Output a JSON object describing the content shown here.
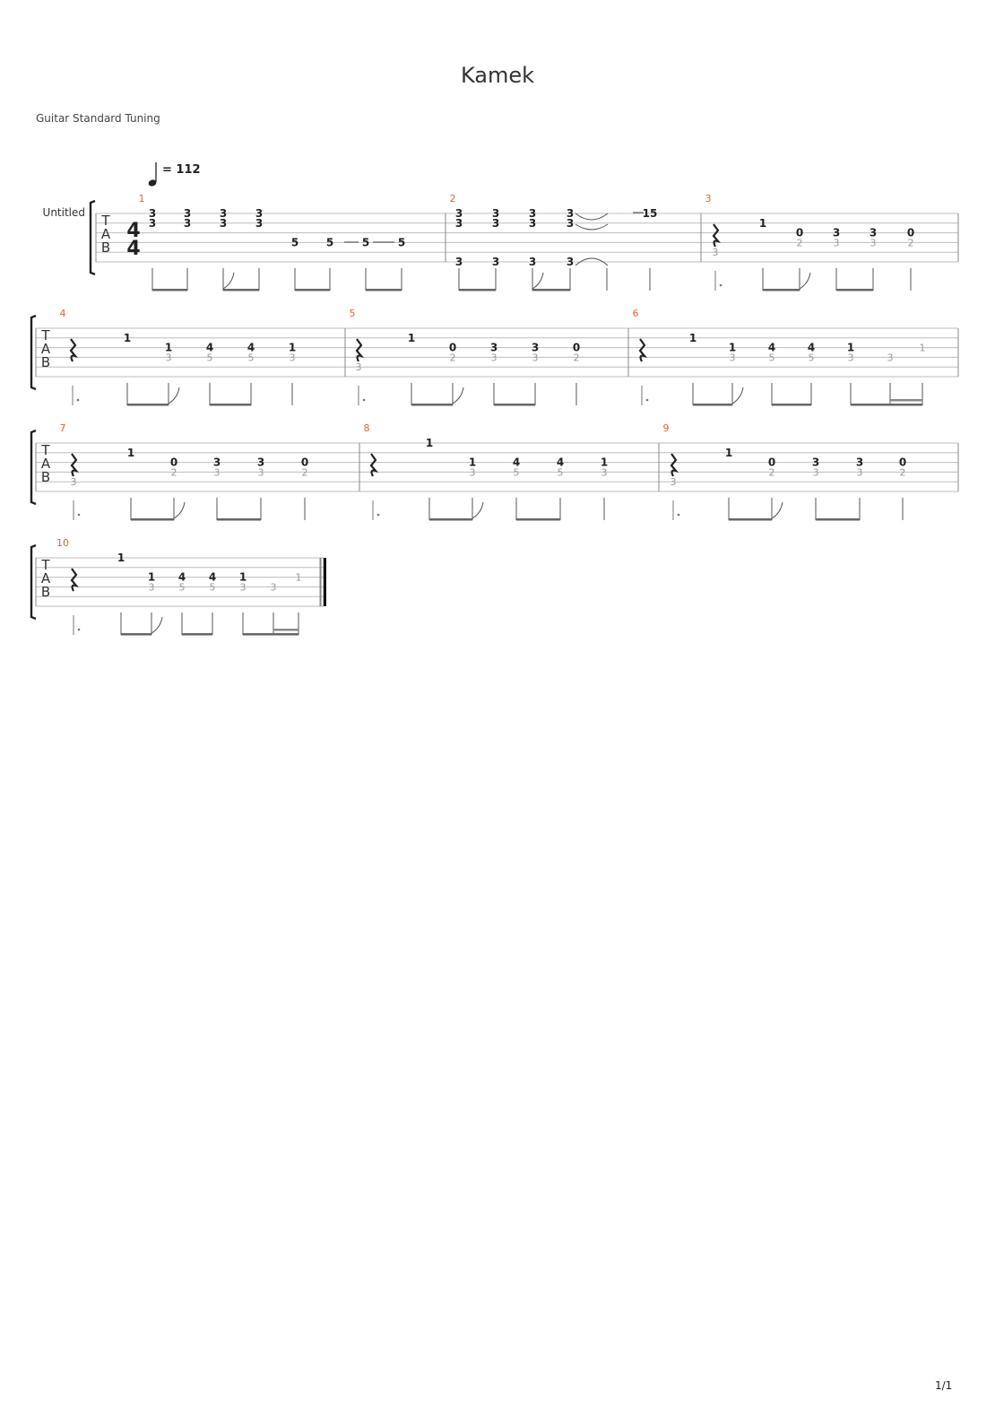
{
  "title": "Kamek",
  "tuning": "Guitar Standard Tuning",
  "track_name": "Untitled",
  "tempo": {
    "value": "= 112",
    "note": "quarter-note-icon"
  },
  "time_signature": {
    "top": "4",
    "bottom": "4"
  },
  "tab_clef": [
    "T",
    "A",
    "B"
  ],
  "page_number": "1/1",
  "measures": [
    {
      "number": "1",
      "notes": [
        {
          "frets": [
            [
              "3",
              "d"
            ],
            [
              "3",
              "d"
            ]
          ]
        },
        {
          "frets": [
            [
              "3",
              "d"
            ],
            [
              "3",
              "d"
            ]
          ]
        },
        {
          "frets": [
            [
              "3",
              "d"
            ],
            [
              "3",
              "d"
            ]
          ]
        },
        {
          "frets": [
            [
              "3",
              "d"
            ],
            [
              "3",
              "d"
            ]
          ]
        },
        {
          "frets": [
            [
              "5",
              "d"
            ]
          ]
        },
        {
          "frets": [
            [
              "5",
              "d"
            ]
          ]
        },
        {
          "frets": [
            [
              "5",
              "d"
            ]
          ]
        },
        {
          "frets": [
            [
              "5",
              "d"
            ]
          ]
        }
      ]
    },
    {
      "number": "2",
      "notes": [
        {
          "frets": [
            [
              "3",
              "d"
            ],
            [
              "3",
              "d"
            ],
            [
              "3",
              "d"
            ]
          ]
        },
        {
          "frets": [
            [
              "3",
              "d"
            ],
            [
              "3",
              "d"
            ],
            [
              "3",
              "d"
            ]
          ]
        },
        {
          "frets": [
            [
              "3",
              "d"
            ],
            [
              "3",
              "d"
            ],
            [
              "3",
              "d"
            ]
          ]
        },
        {
          "frets": [
            [
              "3",
              "d"
            ],
            [
              "3",
              "d"
            ],
            [
              "3",
              "d"
            ]
          ]
        },
        {
          "frets": []
        },
        {
          "frets": [
            [
              "15",
              "d"
            ]
          ]
        }
      ]
    },
    {
      "number": "3",
      "notes": [
        {
          "rest": true,
          "frets": [
            [
              "3",
              "g"
            ]
          ]
        },
        {
          "frets": [
            [
              "1",
              "d"
            ]
          ]
        },
        {
          "frets": [
            [
              "0",
              "d"
            ],
            [
              "2",
              "g"
            ]
          ]
        },
        {
          "frets": [
            [
              "3",
              "d"
            ],
            [
              "3",
              "g"
            ]
          ]
        },
        {
          "frets": [
            [
              "3",
              "d"
            ],
            [
              "3",
              "g"
            ]
          ]
        },
        {
          "frets": [
            [
              "0",
              "d"
            ],
            [
              "2",
              "g"
            ]
          ]
        }
      ]
    },
    {
      "number": "4",
      "notes": [
        {
          "rest": true,
          "frets": []
        },
        {
          "frets": [
            [
              "1",
              "d"
            ]
          ]
        },
        {
          "frets": [
            [
              "1",
              "d"
            ],
            [
              "3",
              "g"
            ]
          ]
        },
        {
          "frets": [
            [
              "4",
              "d"
            ],
            [
              "5",
              "g"
            ]
          ]
        },
        {
          "frets": [
            [
              "4",
              "d"
            ],
            [
              "5",
              "g"
            ]
          ]
        },
        {
          "frets": [
            [
              "1",
              "d"
            ],
            [
              "3",
              "g"
            ]
          ]
        }
      ]
    },
    {
      "number": "5",
      "notes": [
        {
          "rest": true,
          "frets": [
            [
              "3",
              "g"
            ]
          ]
        },
        {
          "frets": [
            [
              "1",
              "d"
            ]
          ]
        },
        {
          "frets": [
            [
              "0",
              "d"
            ],
            [
              "2",
              "g"
            ]
          ]
        },
        {
          "frets": [
            [
              "3",
              "d"
            ],
            [
              "3",
              "g"
            ]
          ]
        },
        {
          "frets": [
            [
              "3",
              "d"
            ],
            [
              "3",
              "g"
            ]
          ]
        },
        {
          "frets": [
            [
              "0",
              "d"
            ],
            [
              "2",
              "g"
            ]
          ]
        }
      ]
    },
    {
      "number": "6",
      "notes": [
        {
          "rest": true,
          "frets": []
        },
        {
          "frets": [
            [
              "1",
              "d"
            ]
          ]
        },
        {
          "frets": [
            [
              "1",
              "d"
            ],
            [
              "3",
              "g"
            ]
          ]
        },
        {
          "frets": [
            [
              "4",
              "d"
            ],
            [
              "5",
              "g"
            ]
          ]
        },
        {
          "frets": [
            [
              "4",
              "d"
            ],
            [
              "5",
              "g"
            ]
          ]
        },
        {
          "frets": [
            [
              "1",
              "d"
            ],
            [
              "3",
              "g"
            ]
          ]
        },
        {
          "frets": [
            [
              "3",
              "g"
            ]
          ]
        },
        {
          "frets": [
            [
              "1",
              "g"
            ]
          ]
        }
      ]
    },
    {
      "number": "7",
      "notes": [
        {
          "rest": true,
          "frets": [
            [
              "3",
              "g"
            ]
          ]
        },
        {
          "frets": [
            [
              "1",
              "d"
            ]
          ]
        },
        {
          "frets": [
            [
              "0",
              "d"
            ],
            [
              "2",
              "g"
            ]
          ]
        },
        {
          "frets": [
            [
              "3",
              "d"
            ],
            [
              "3",
              "g"
            ]
          ]
        },
        {
          "frets": [
            [
              "3",
              "d"
            ],
            [
              "3",
              "g"
            ]
          ]
        },
        {
          "frets": [
            [
              "0",
              "d"
            ],
            [
              "2",
              "g"
            ]
          ]
        }
      ]
    },
    {
      "number": "8",
      "notes": [
        {
          "rest": true,
          "frets": []
        },
        {
          "frets": [
            [
              "1",
              "d"
            ]
          ]
        },
        {
          "frets": [
            [
              "1",
              "d"
            ],
            [
              "3",
              "g"
            ]
          ]
        },
        {
          "frets": [
            [
              "4",
              "d"
            ],
            [
              "5",
              "g"
            ]
          ]
        },
        {
          "frets": [
            [
              "4",
              "d"
            ],
            [
              "5",
              "g"
            ]
          ]
        },
        {
          "frets": [
            [
              "1",
              "d"
            ],
            [
              "3",
              "g"
            ]
          ]
        }
      ]
    },
    {
      "number": "9",
      "notes": [
        {
          "rest": true,
          "frets": [
            [
              "3",
              "g"
            ]
          ]
        },
        {
          "frets": [
            [
              "1",
              "d"
            ]
          ]
        },
        {
          "frets": [
            [
              "0",
              "d"
            ],
            [
              "2",
              "g"
            ]
          ]
        },
        {
          "frets": [
            [
              "3",
              "d"
            ],
            [
              "3",
              "g"
            ]
          ]
        },
        {
          "frets": [
            [
              "3",
              "d"
            ],
            [
              "3",
              "g"
            ]
          ]
        },
        {
          "frets": [
            [
              "0",
              "d"
            ],
            [
              "2",
              "g"
            ]
          ]
        }
      ]
    },
    {
      "number": "10",
      "notes": [
        {
          "rest": true,
          "frets": []
        },
        {
          "frets": [
            [
              "1",
              "d"
            ]
          ]
        },
        {
          "frets": [
            [
              "1",
              "d"
            ],
            [
              "3",
              "g"
            ]
          ]
        },
        {
          "frets": [
            [
              "4",
              "d"
            ],
            [
              "5",
              "g"
            ]
          ]
        },
        {
          "frets": [
            [
              "4",
              "d"
            ],
            [
              "5",
              "g"
            ]
          ]
        },
        {
          "frets": [
            [
              "1",
              "d"
            ],
            [
              "3",
              "g"
            ]
          ]
        },
        {
          "frets": [
            [
              "3",
              "g"
            ]
          ]
        },
        {
          "frets": [
            [
              "1",
              "g"
            ]
          ]
        }
      ]
    }
  ]
}
